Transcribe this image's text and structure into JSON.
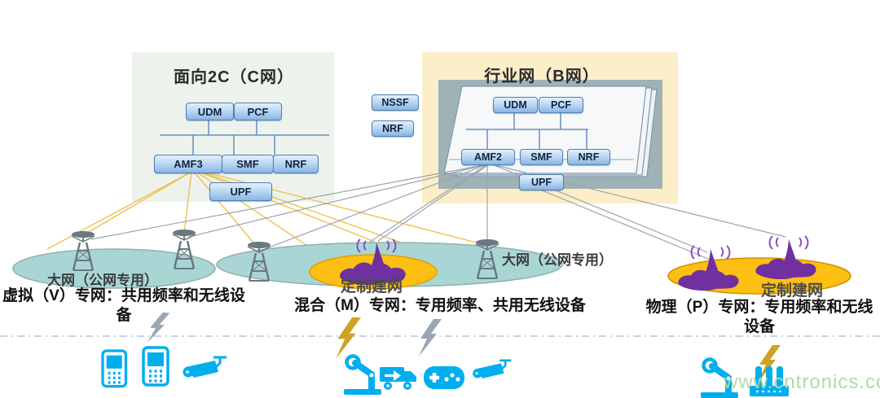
{
  "c_network": {
    "title": "面向2C（C网）",
    "udm": "UDM",
    "pcf": "PCF",
    "amf": "AMF3",
    "smf": "SMF",
    "nrf": "NRF",
    "upf": "UPF"
  },
  "shared_nodes": {
    "nssf": "NSSF",
    "nrf": "NRF"
  },
  "b_network": {
    "title": "行业网（B网）",
    "udm": "UDM",
    "pcf": "PCF",
    "amf": "AMF2",
    "smf": "SMF",
    "nrf": "NRF",
    "upf": "UPF"
  },
  "clouds": {
    "left_label": "大网（公网专用）",
    "left_caption": "虚拟（V）专网：共用频率和无线设备",
    "mid_label": "定制建网",
    "mid_caption": "混合（M）专网：专用频率、共用无线设备",
    "mid_right_label": "大网（公网专用）",
    "right_label": "定制建网",
    "right_caption": "物理（P）专网：专用频率和无线设备"
  },
  "watermark": "www.cntronics.com",
  "icons": {
    "cell_tower": "antenna-dish-tower",
    "small_cell": "purple-signal-tower",
    "coverage_blob": "purple-coverage-area",
    "phone": "mobile-phone",
    "cctv": "surveillance-camera",
    "robot_arm": "industrial-robot-arm",
    "truck": "delivery-truck",
    "gamepad": "game-controller",
    "factory": "factory-machines",
    "bolt": "lightning-bolt"
  },
  "colors": {
    "panel_c_bg": "#edf3ec",
    "panel_b_bg": "#fbeec9",
    "b_inner_box": "#9fb2b6",
    "node_fill": "#8ab5e4",
    "node_border": "#4f7fb5",
    "teal_cloud": "#a9d6d5",
    "orange_zone": "#fdbf12",
    "purple": "#7030a0",
    "yellow_link": "#eec04f",
    "gray_link": "#9aa4ae",
    "device_cyan": "#00aeef",
    "watermark_green": "#b2d9ae"
  }
}
